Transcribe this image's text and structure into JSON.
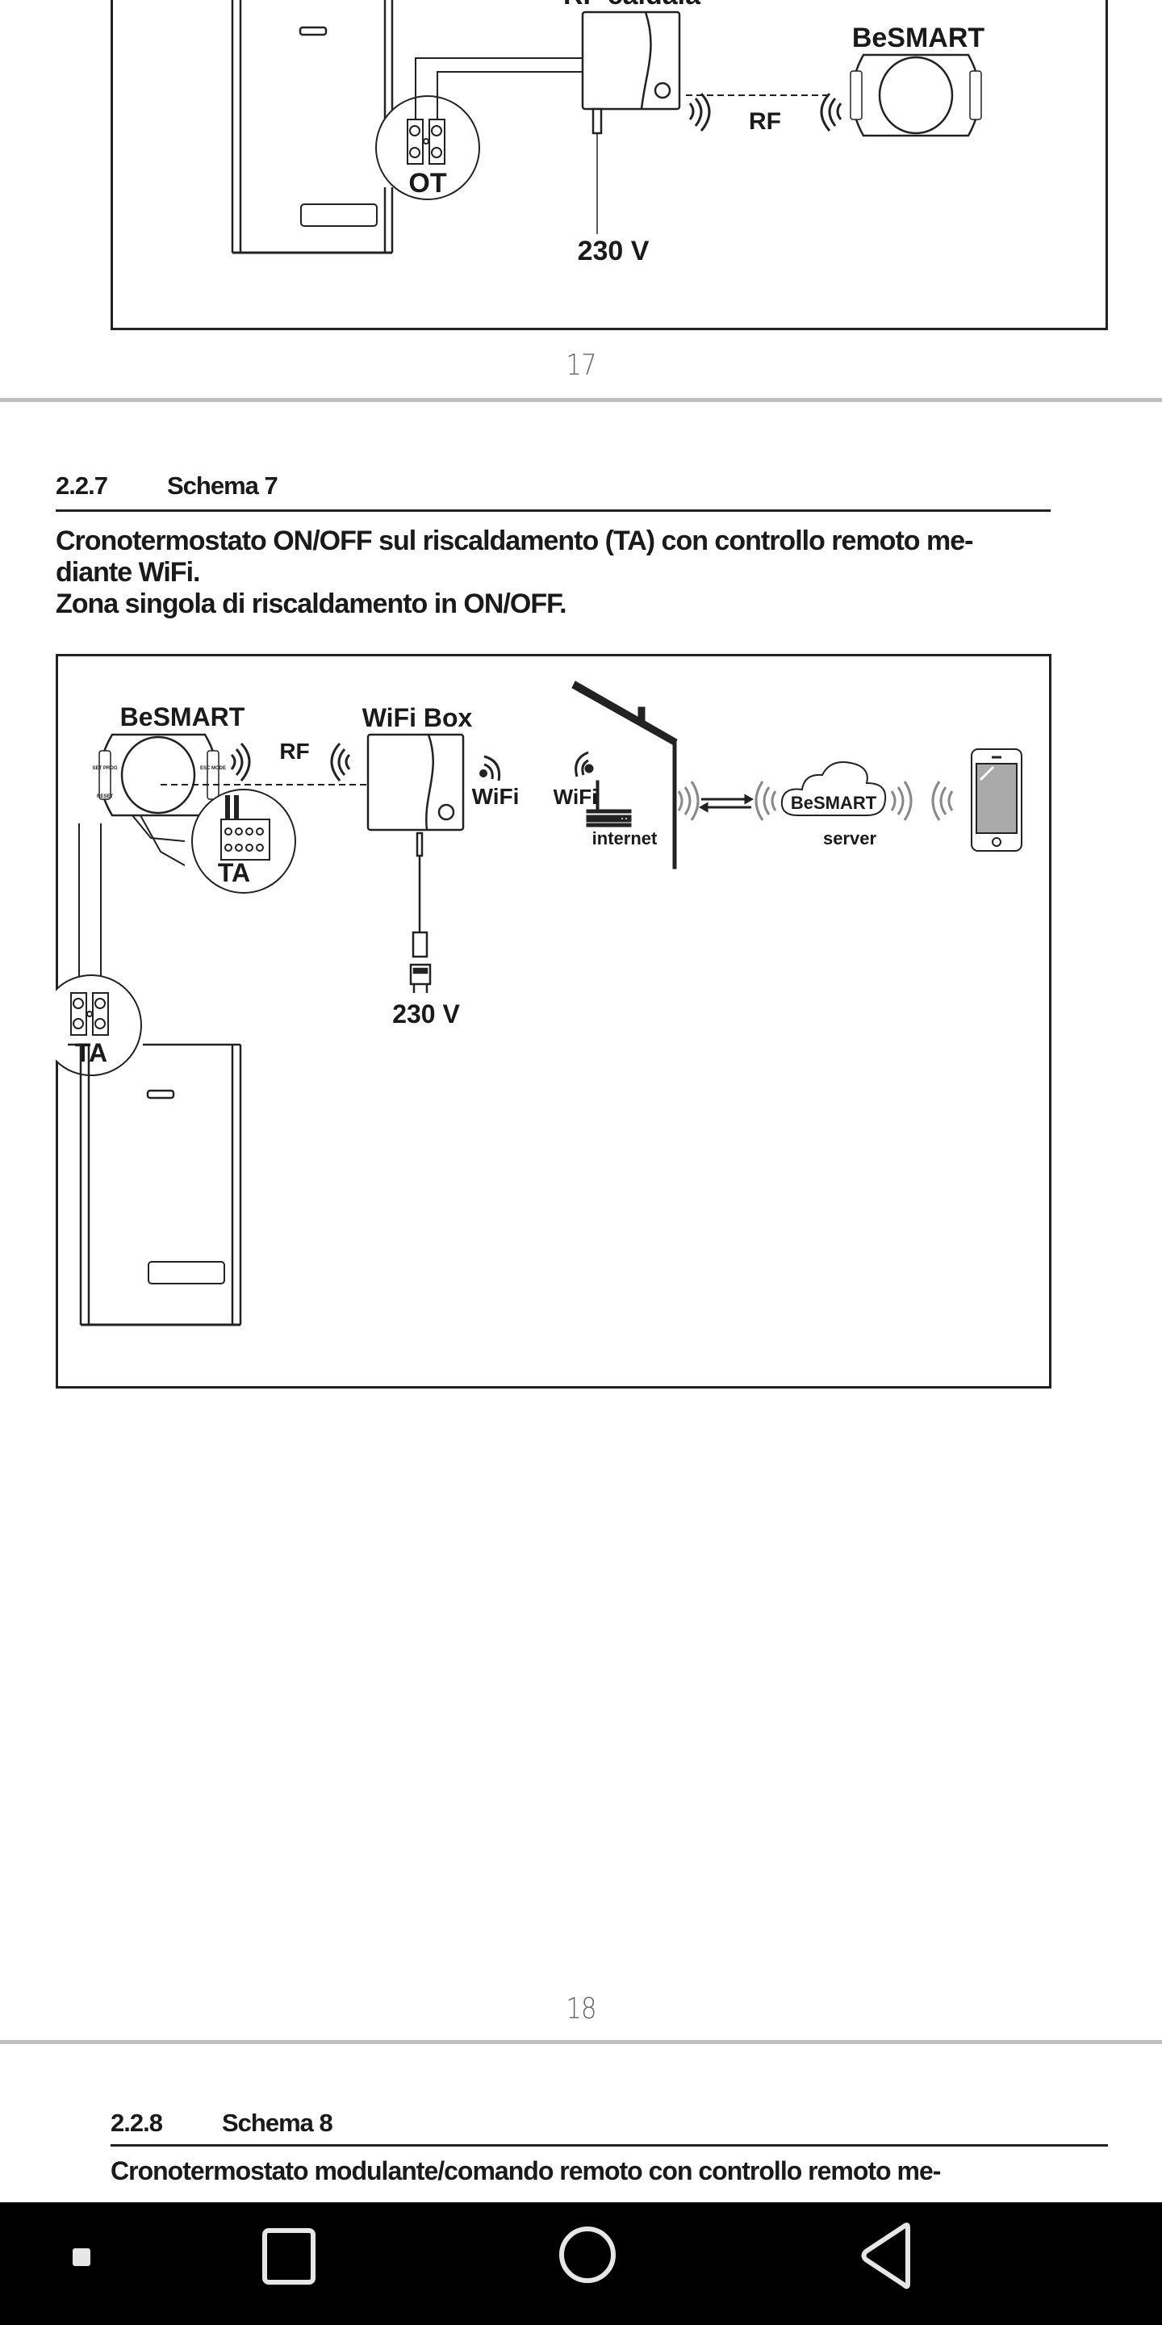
{
  "page17": {
    "diagram": {
      "rf_box_label": "RF caldaia",
      "thermostat_label": "BeSMART",
      "rf_label": "RF",
      "terminal_label": "OT",
      "power_label": "230 V"
    },
    "page_number": "17"
  },
  "page18": {
    "section": {
      "number": "2.2.7",
      "title": "Schema 7",
      "description_lines": [
        "Cronotermostato ON/OFF sul riscaldamento (TA) con controllo remoto me-",
        "diante WiFi.",
        "Zona singola di riscaldamento in ON/OFF."
      ]
    },
    "diagram": {
      "thermostat_label": "BeSMART",
      "rf_label": "RF",
      "wifi_box_label": "WiFi Box",
      "wifi_label": "WiFi",
      "router_wifi_label": "WiFi",
      "internet_label": "internet",
      "cloud_label": "BeSMART",
      "server_label": "server",
      "terminal_label_thermostat": "TA",
      "terminal_label_boiler": "TA",
      "power_label": "230 V",
      "button_labels": {
        "set_prog": "SET PROG",
        "reset": "RESET",
        "esc_mode": "ESC MODE"
      }
    },
    "page_number": "18"
  },
  "page19": {
    "section": {
      "number": "2.2.8",
      "title": "Schema 8",
      "description_partial": "Cronotermostato modulante/comando remoto con controllo remoto me-"
    }
  },
  "navbar": {
    "buttons": [
      {
        "name": "menu",
        "icon": "small-square-icon"
      },
      {
        "name": "recents",
        "icon": "square-icon"
      },
      {
        "name": "home",
        "icon": "circle-icon"
      },
      {
        "name": "back",
        "icon": "triangle-back-icon"
      }
    ],
    "background": "#000000",
    "icon_color": "#e6e6e6"
  },
  "colors": {
    "separator": "#bfbfbf",
    "page_number": "#666666",
    "text": "#1a1a1a"
  }
}
